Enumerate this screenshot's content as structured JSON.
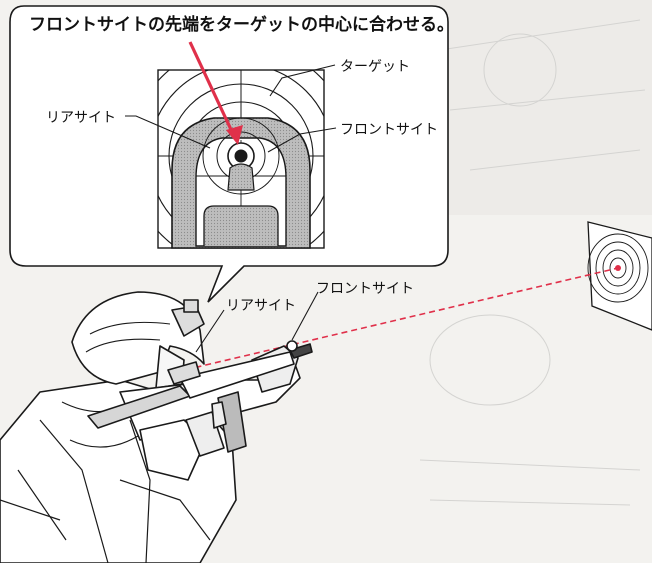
{
  "callout": {
    "instruction": "フロントサイトの先端をターゲットの中心に合わせる。",
    "labels": {
      "target": "ターゲット",
      "rear_sight": "リアサイト",
      "front_sight": "フロントサイト"
    }
  },
  "scene": {
    "labels": {
      "rear_sight": "リアサイト",
      "front_sight": "フロントサイト"
    }
  },
  "colors": {
    "arrow": "#e0304a",
    "sight_line": "#e0304a",
    "line_art": "#1a1a1a",
    "sight_gray": "#b8b8b8",
    "background": "#f3f2ef",
    "callout_fill": "#ffffff"
  }
}
